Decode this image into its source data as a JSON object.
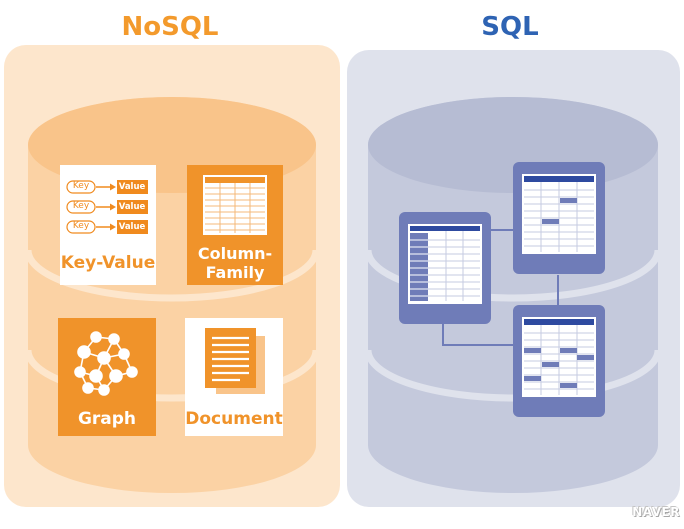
{
  "titles": {
    "nosql": "NoSQL",
    "sql": "SQL"
  },
  "nosql_types": {
    "key_value": {
      "label": "Key-Value",
      "key": "Key",
      "value": "Value"
    },
    "column_family": {
      "label_line1": "Column-",
      "label_line2": "Family"
    },
    "graph": {
      "label": "Graph"
    },
    "document": {
      "label": "Document"
    }
  },
  "watermark": "NAVER",
  "colors": {
    "nosql_accent": "#f39a2c",
    "sql_accent": "#2e63b3",
    "nosql_panel": "#fde6cc",
    "sql_panel": "#dfe2ec",
    "sql_table_frame": "#6f7cb8",
    "sql_table_header": "#2e4aa0"
  }
}
